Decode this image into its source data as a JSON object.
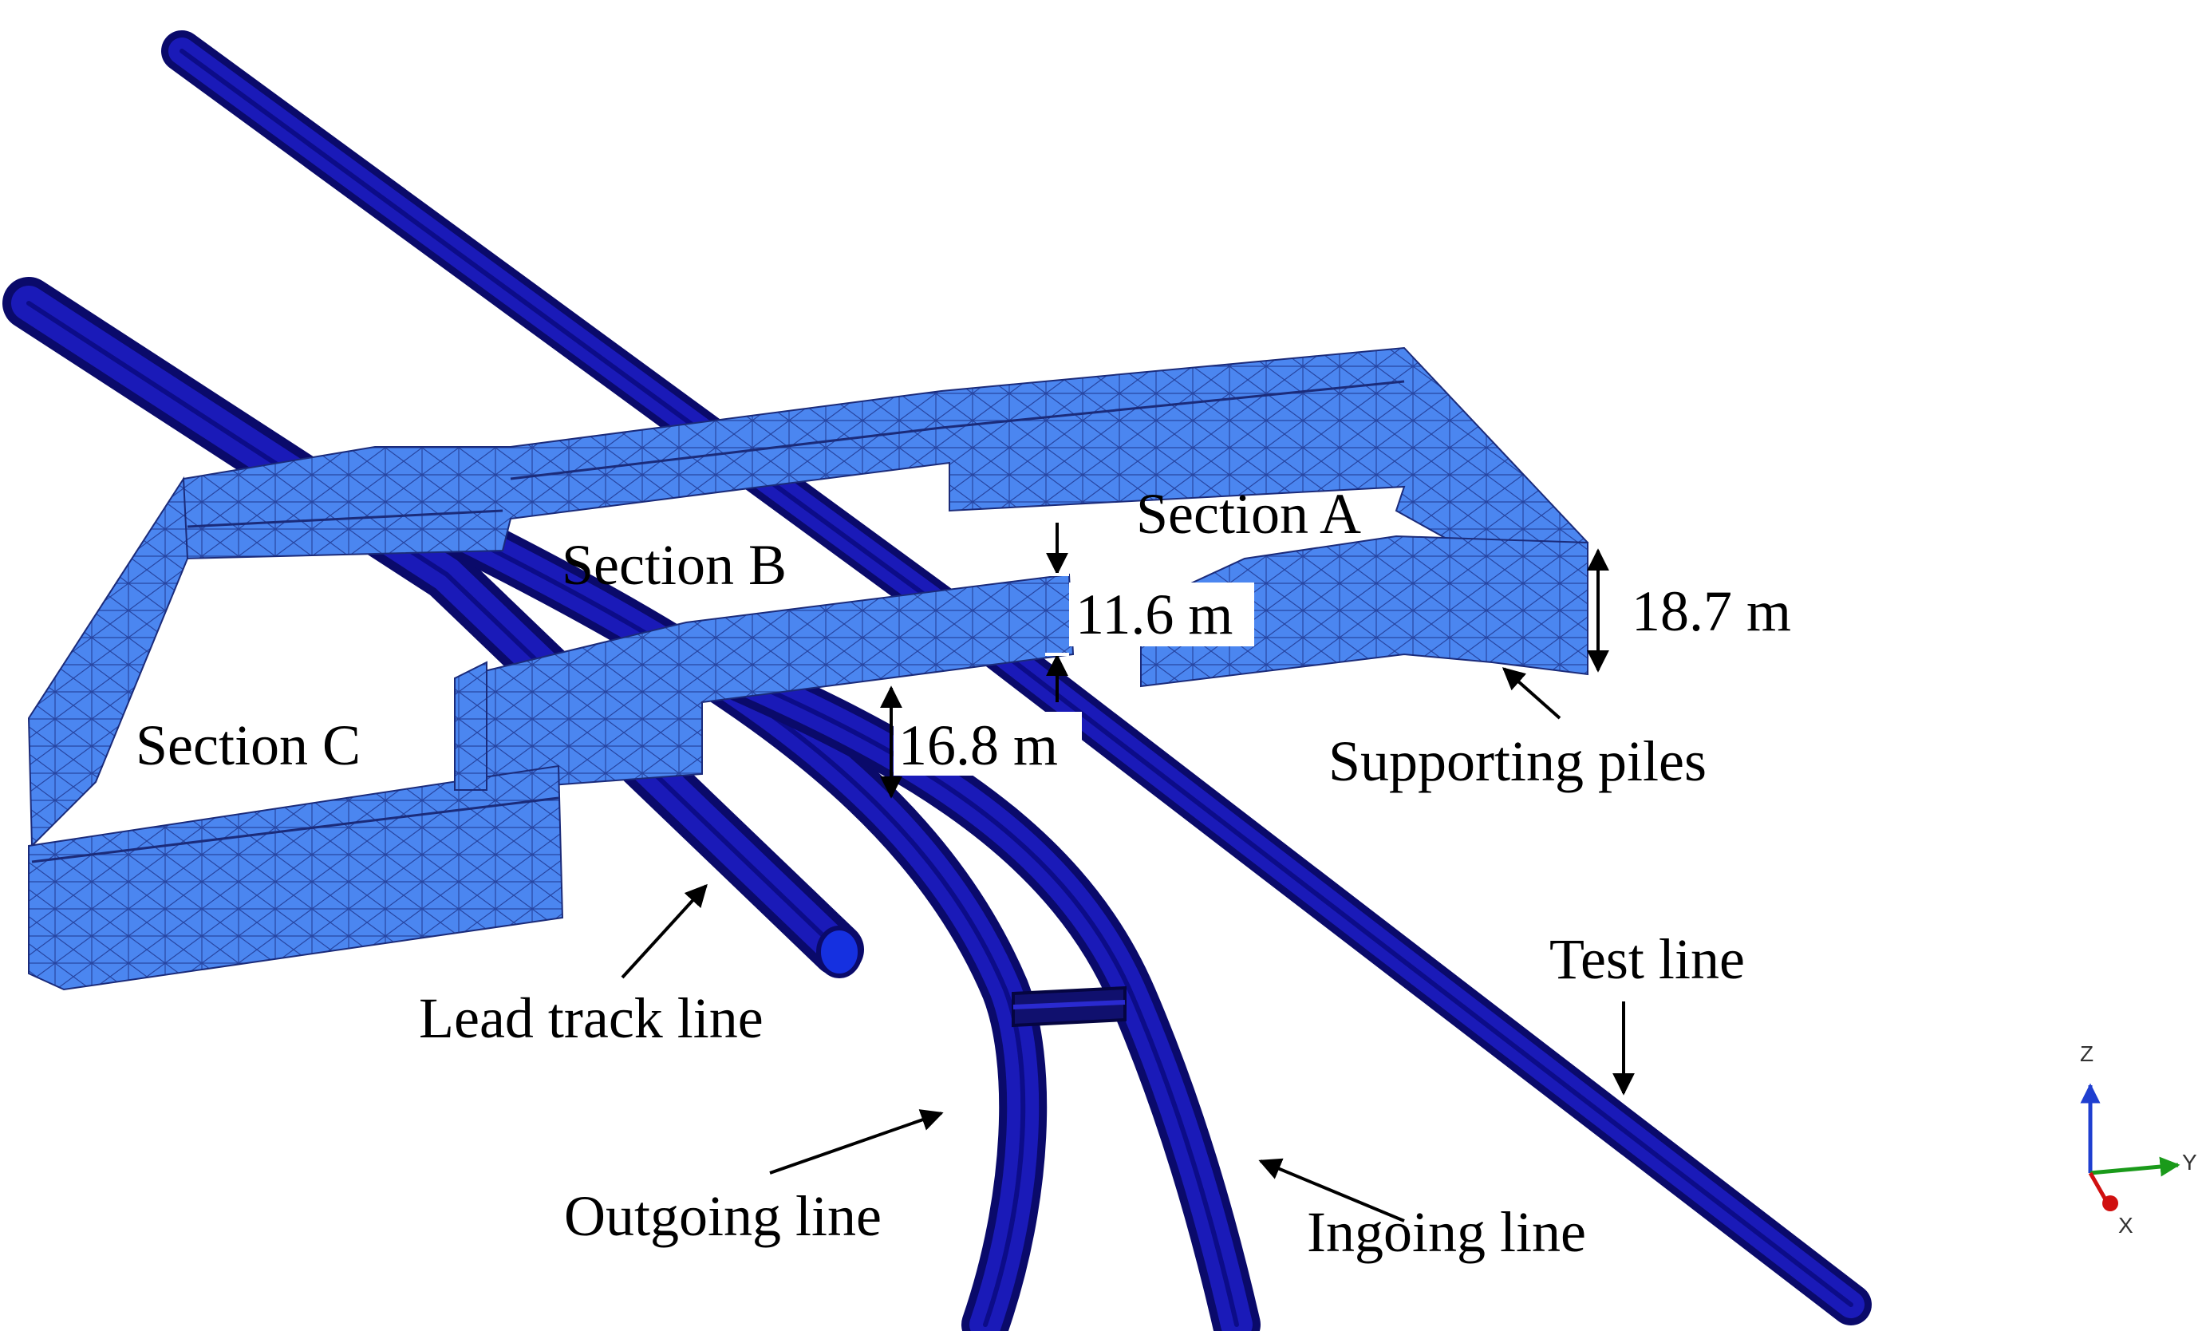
{
  "labels": {
    "section_a": "Section A",
    "section_b": "Section B",
    "section_c": "Section C",
    "dim_11_6": "11.6 m",
    "dim_18_7": "18.7 m",
    "dim_16_8": "16.8 m",
    "supporting_piles": "Supporting piles",
    "lead_track_line": "Lead track line",
    "test_line": "Test line",
    "outgoing_line": "Outgoing line",
    "ingoing_line": "Ingoing line"
  },
  "axes": {
    "z": "Z",
    "y": "Y",
    "x": "X"
  },
  "colors": {
    "slab": "#4b86f0",
    "tunnel": "#0c0c88",
    "axis_z": "#1f3fd0",
    "axis_y": "#1a9a1a",
    "axis_x": "#d01010"
  }
}
